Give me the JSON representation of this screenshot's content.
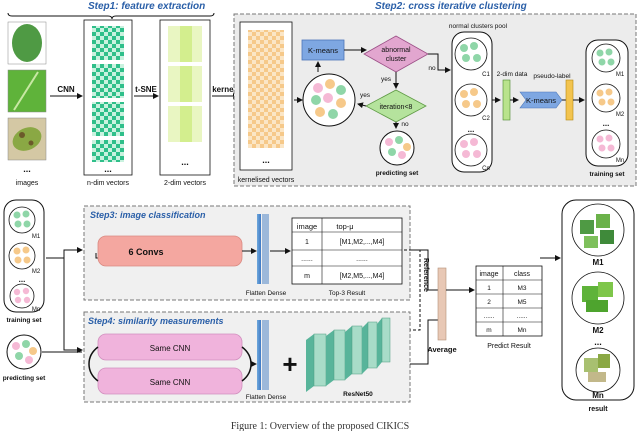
{
  "step1": {
    "title": "Step1: feature extraction",
    "images_label": "images",
    "cnn": "CNN",
    "tsne": "t-SNE",
    "ndim_label": "n-dim vectors",
    "twodim_label": "2-dim vectors",
    "kernel": "kernel",
    "dots": "..."
  },
  "step2": {
    "title": "Step2: cross iterative clustering",
    "kernelised_label": "kernelised vectors",
    "kmeans": "K-means",
    "abnormal": "abnormal",
    "cluster": "cluster",
    "yes": "yes",
    "no": "no",
    "iteration": "iteration<8",
    "predicting_set": "predicting set",
    "pool_title": "normal clusters pool",
    "c1": "C1",
    "c2": "C2",
    "cn": "Cn",
    "twodim_data": "2-dim data",
    "kmeans2": "K-means",
    "pseudo_label": "pseudo-label",
    "m1": "M1",
    "m2": "M2",
    "mn": "Mn",
    "training_set": "training set"
  },
  "step3": {
    "title": "Step3: image classification",
    "convs": "6 Convs",
    "flatten_dense": "Flatten Dense",
    "table_headers": [
      "image",
      "top-μ"
    ],
    "table_rows": [
      [
        "1",
        "[M1,M2,...,M4]"
      ],
      [
        "......",
        "......"
      ],
      [
        "m",
        "[M2,M5,...,M4]"
      ]
    ],
    "result_label": "Top-3 Result",
    "reference": "Reference"
  },
  "step4": {
    "title": "Step4: similarity measurements",
    "same_cnn_1": "Same CNN",
    "same_cnn_2": "Same CNN",
    "flatten_dense": "Flatten Dense",
    "plus": "+",
    "resnet": "ResNet50"
  },
  "left": {
    "training_set": "training set",
    "predicting_set": "predicting set",
    "m1": "M1",
    "m2": "M2",
    "mn": "Mn"
  },
  "average": "Average",
  "predict": {
    "headers": [
      "image",
      "class"
    ],
    "rows": [
      [
        "1",
        "M3"
      ],
      [
        "2",
        "M5"
      ],
      [
        "......",
        "......"
      ],
      [
        "m",
        "Mn"
      ]
    ],
    "label": "Predict Result"
  },
  "result": {
    "label": "result",
    "m1": "M1",
    "m2": "M2",
    "mn": "Mn"
  },
  "caption": "Figure 1: Overview of the proposed CIKICS"
}
